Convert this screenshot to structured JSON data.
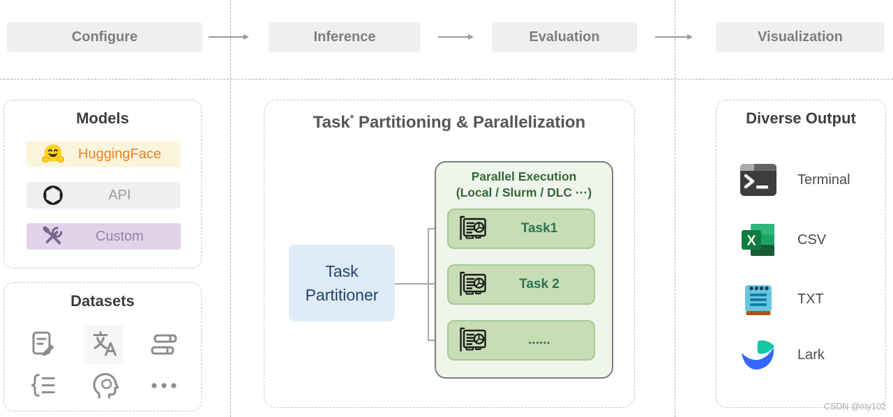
{
  "pipeline": {
    "stages": [
      {
        "label": "Configure"
      },
      {
        "label": "Inference"
      },
      {
        "label": "Evaluation"
      },
      {
        "label": "Visualization"
      }
    ]
  },
  "models": {
    "title": "Models",
    "items": [
      {
        "label": "HuggingFace",
        "icon": "huggingface-icon",
        "bg": "#FDF4DC",
        "color": "#E5822B"
      },
      {
        "label": "API",
        "icon": "openai-icon",
        "bg": "#EFEFEF",
        "color": "#9C9C9C"
      },
      {
        "label": "Custom",
        "icon": "tools-icon",
        "bg": "#E2D3EA",
        "color": "#91859D"
      }
    ]
  },
  "datasets": {
    "title": "Datasets",
    "icons": [
      "document-edit-icon",
      "translate-icon",
      "books-icon",
      "brace-list-icon",
      "psychology-icon",
      "more-icon"
    ]
  },
  "partitioning": {
    "title_task": "Task",
    "title_sup": "*",
    "title_rest": " Partitioning & Parallelization",
    "partitioner_line1": "Task",
    "partitioner_line2": "Partitioner",
    "parallel_title_line1": "Parallel Execution",
    "parallel_title_line2": "(Local / Slurm / DLC ···)",
    "tasks": [
      {
        "label": "Task1"
      },
      {
        "label": "Task 2"
      },
      {
        "label": "......"
      }
    ]
  },
  "output": {
    "title": "Diverse Output",
    "items": [
      {
        "label": "Terminal",
        "icon": "terminal-icon"
      },
      {
        "label": "CSV",
        "icon": "excel-icon"
      },
      {
        "label": "TXT",
        "icon": "notepad-icon"
      },
      {
        "label": "Lark",
        "icon": "lark-icon"
      }
    ]
  },
  "watermark": "CSDN @nty102",
  "colors": {
    "stage_bg": "#EFEFEF",
    "stage_text": "#7D7D7D",
    "huggingface_bg": "#FDF4DC",
    "huggingface_text": "#E5822B",
    "custom_bg": "#E2D3EA",
    "partitioner_bg": "#DFEBF8",
    "partitioner_text": "#24416E",
    "parallel_bg": "#EFF5EB",
    "parallel_title": "#35673A",
    "task_bg": "#C6DDB5",
    "task_border": "#A5CB95",
    "task_text": "#2E7452"
  }
}
